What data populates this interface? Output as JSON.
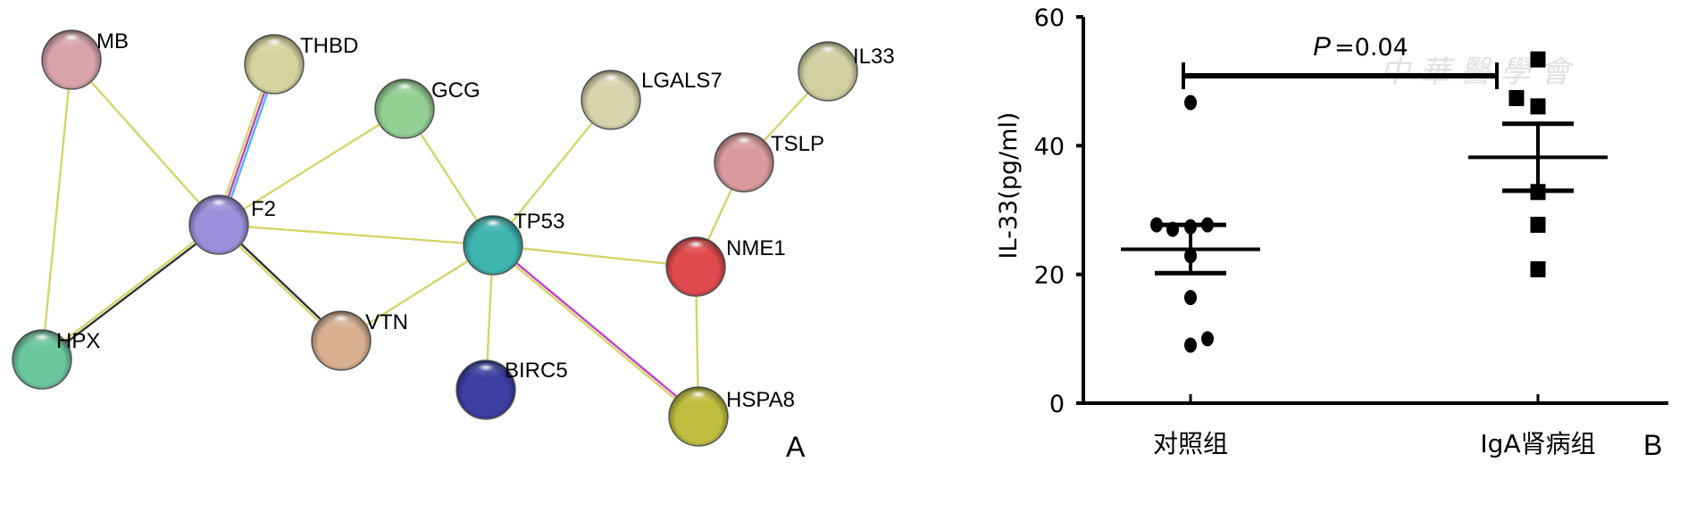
{
  "panel_a": {
    "label": "A",
    "nodes": [
      {
        "id": "MB",
        "color": "#d9a3ad"
      },
      {
        "id": "THBD",
        "color": "#d6d49e"
      },
      {
        "id": "GCG",
        "color": "#93cf93"
      },
      {
        "id": "F2",
        "color": "#9a90dc"
      },
      {
        "id": "HPX",
        "color": "#6cc6a0"
      },
      {
        "id": "VTN",
        "color": "#d8b090"
      },
      {
        "id": "TP53",
        "color": "#3db4ae"
      },
      {
        "id": "LGALS7",
        "color": "#d6d4ac"
      },
      {
        "id": "IL33",
        "color": "#d0d0a2"
      },
      {
        "id": "TSLP",
        "color": "#d89a9e"
      },
      {
        "id": "NME1",
        "color": "#df4a4e"
      },
      {
        "id": "BIRC5",
        "color": "#3c3ea2"
      },
      {
        "id": "HSPA8",
        "color": "#bebe3e"
      }
    ],
    "edges": [
      {
        "from": "MB",
        "to": "F2",
        "colors": [
          "#d4d46a"
        ]
      },
      {
        "from": "MB",
        "to": "HPX",
        "colors": [
          "#d4d46a"
        ]
      },
      {
        "from": "THBD",
        "to": "F2",
        "colors": [
          "#4fb6e0",
          "#c040c8",
          "#d4d46a"
        ]
      },
      {
        "from": "GCG",
        "to": "F2",
        "colors": [
          "#d4d46a"
        ]
      },
      {
        "from": "GCG",
        "to": "TP53",
        "colors": [
          "#d4d46a"
        ]
      },
      {
        "from": "F2",
        "to": "TP53",
        "colors": [
          "#d4d46a"
        ]
      },
      {
        "from": "F2",
        "to": "HPX",
        "colors": [
          "#333333",
          "#d4d46a"
        ]
      },
      {
        "from": "F2",
        "to": "VTN",
        "colors": [
          "#333333",
          "#d4d46a"
        ]
      },
      {
        "from": "VTN",
        "to": "TP53",
        "colors": [
          "#d4d46a"
        ]
      },
      {
        "from": "LGALS7",
        "to": "TP53",
        "colors": [
          "#d4d46a"
        ]
      },
      {
        "from": "TP53",
        "to": "NME1",
        "colors": [
          "#d4d46a"
        ]
      },
      {
        "from": "TP53",
        "to": "BIRC5",
        "colors": [
          "#d4d46a"
        ]
      },
      {
        "from": "TP53",
        "to": "HSPA8",
        "colors": [
          "#c040c8",
          "#d4d46a"
        ]
      },
      {
        "from": "NME1",
        "to": "TSLP",
        "colors": [
          "#d4d46a"
        ]
      },
      {
        "from": "TSLP",
        "to": "IL33",
        "colors": [
          "#d4d46a"
        ]
      },
      {
        "from": "NME1",
        "to": "HSPA8",
        "colors": [
          "#d4d46a"
        ]
      }
    ]
  },
  "chart_data": {
    "type": "scatter",
    "panel_label": "B",
    "title": "",
    "xlabel": "",
    "ylabel": "IL-33(pg/ml)",
    "ylim": [
      0,
      60
    ],
    "yticks": [
      "0",
      "20",
      "40",
      "60"
    ],
    "grid": false,
    "categories": [
      "对照组",
      "IgA肾病组"
    ],
    "series": [
      {
        "name": "对照组",
        "marker": "circle",
        "values": [
          46.7,
          27.7,
          27.0,
          27.4,
          27.7,
          22.9,
          16.4,
          10.0,
          9.0
        ],
        "mean": 23.9,
        "sem_upper": 27.7,
        "sem_lower": 20.2
      },
      {
        "name": "IgA肾病组",
        "marker": "square",
        "values": [
          53.4,
          47.4,
          46.1,
          32.8,
          27.7,
          20.8
        ],
        "mean": 38.2,
        "sem_upper": 43.4,
        "sem_lower": 33.0
      }
    ],
    "annotation": {
      "p_symbol": "P",
      "p_text": "=0.04",
      "y": 52
    }
  },
  "watermark": "中华医学会"
}
